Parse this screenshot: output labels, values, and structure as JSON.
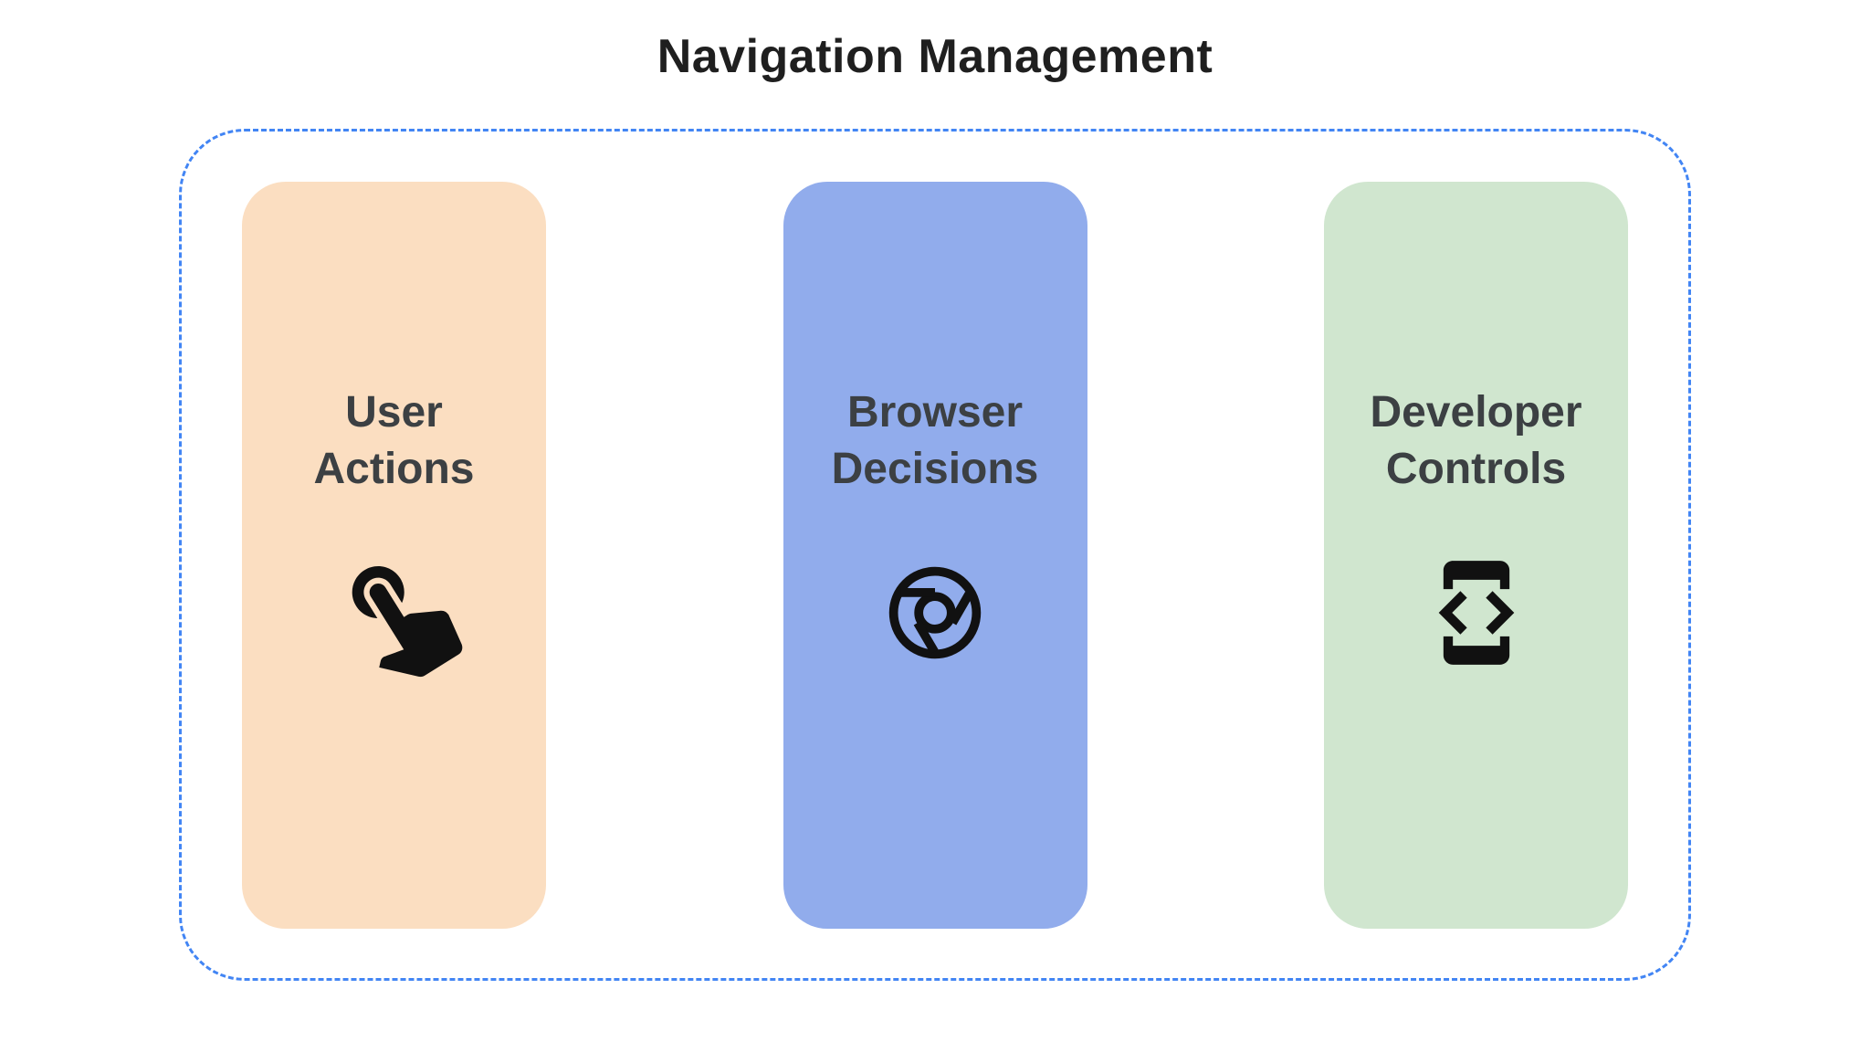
{
  "title": "Navigation Management",
  "container": {
    "border_color": "#4285F4",
    "border_style": "dashed"
  },
  "cards": [
    {
      "label": "User Actions",
      "bg": "#FBDEC1",
      "icon": "touch-gesture-icon"
    },
    {
      "label": "Browser Decisions",
      "bg": "#91ACEC",
      "icon": "chrome-browser-icon"
    },
    {
      "label": "Developer Controls",
      "bg": "#D0E6CF",
      "icon": "developer-mode-icon"
    }
  ],
  "colors": {
    "title_text": "#1F1F1F",
    "label_text": "#3C4043",
    "icon": "#111111",
    "background": "#FFFFFF"
  }
}
